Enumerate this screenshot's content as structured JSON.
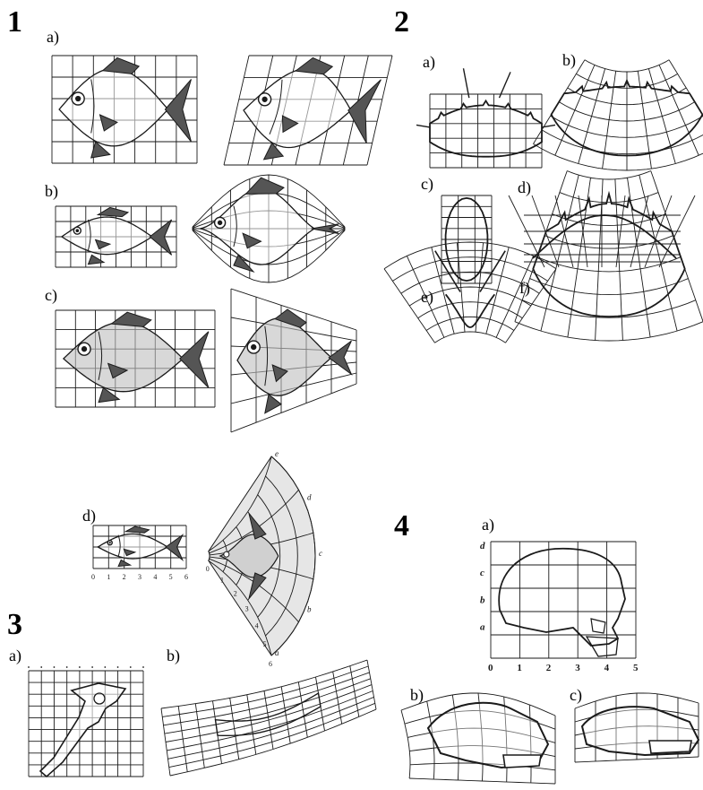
{
  "sections": {
    "s1": {
      "number": "1",
      "parts": {
        "a": "a)",
        "b": "b)",
        "c": "c)",
        "d": "d)"
      }
    },
    "s2": {
      "number": "2",
      "parts": {
        "a": "a)",
        "b": "b)",
        "c": "c)",
        "d": "d)",
        "e": "e)",
        "f": "f)"
      }
    },
    "s3": {
      "number": "3",
      "parts": {
        "a": "a)",
        "b": "b)"
      }
    },
    "s4": {
      "number": "4",
      "parts": {
        "a": "a)",
        "b": "b)",
        "c": "c)"
      }
    }
  },
  "sunfish_x_ticks": [
    "0",
    "1",
    "2",
    "3",
    "4",
    "5",
    "6"
  ],
  "sunfish_arc_labels": [
    "e",
    "d",
    "c",
    "b",
    "a"
  ],
  "skull_x_ticks": [
    "0",
    "1",
    "2",
    "3",
    "4",
    "5"
  ],
  "skull_y_ticks": [
    "d",
    "c",
    "b",
    "a"
  ],
  "colors": {
    "ink": "#1a1a1a",
    "shade": "#555555",
    "light_fill": "#e6e6e6"
  }
}
